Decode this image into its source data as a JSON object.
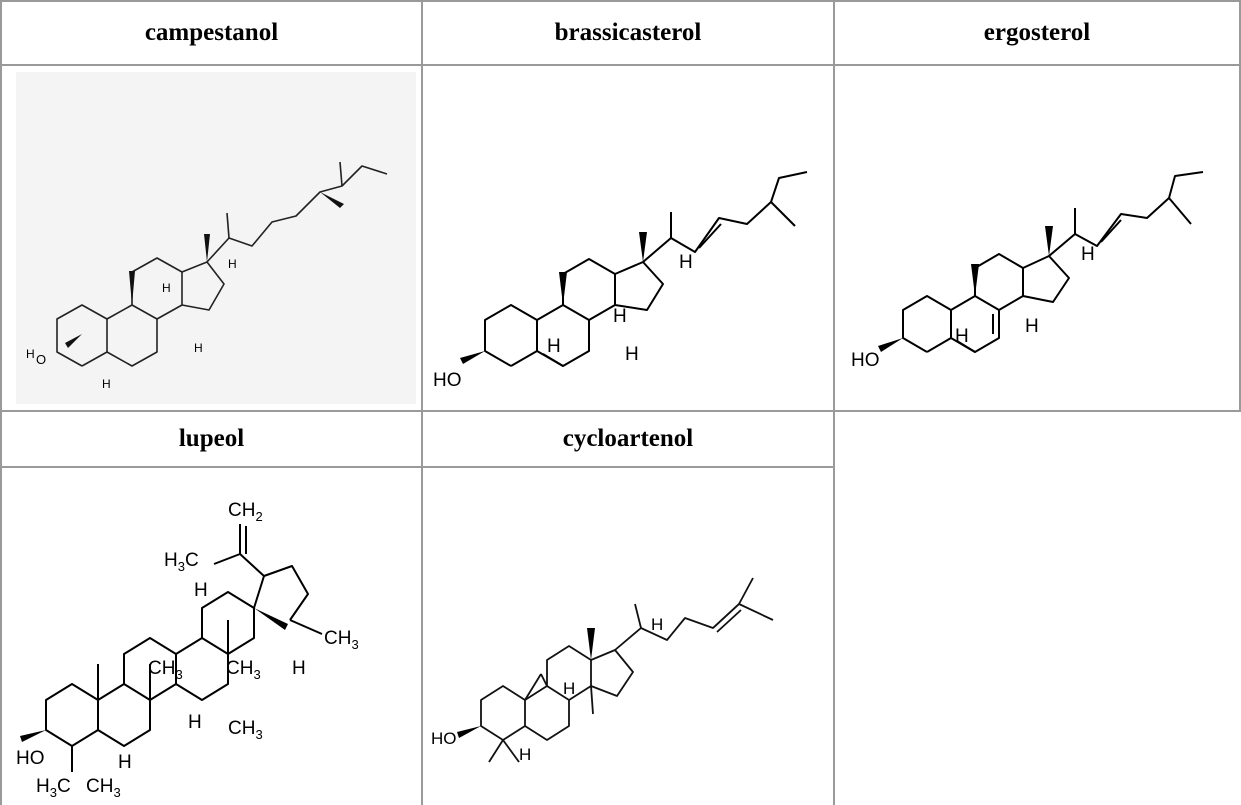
{
  "table": {
    "headers": {
      "campestanol": "campestanol",
      "brassicasterol": "brassicasterol",
      "ergosterol": "ergosterol",
      "lupeol": "lupeol",
      "cycloartenol": "cycloartenol"
    }
  },
  "labels": {
    "h": "H",
    "ho": "HO",
    "h_o": "H",
    "o": "O",
    "ch3": "CH",
    "sub3": "3",
    "ch2": "CH",
    "sub2": "2",
    "h3c": "H",
    "c": "C"
  },
  "colors": {
    "grid": "#9a9a9a",
    "panel": "#f4f4f4",
    "ink": "#000000"
  }
}
